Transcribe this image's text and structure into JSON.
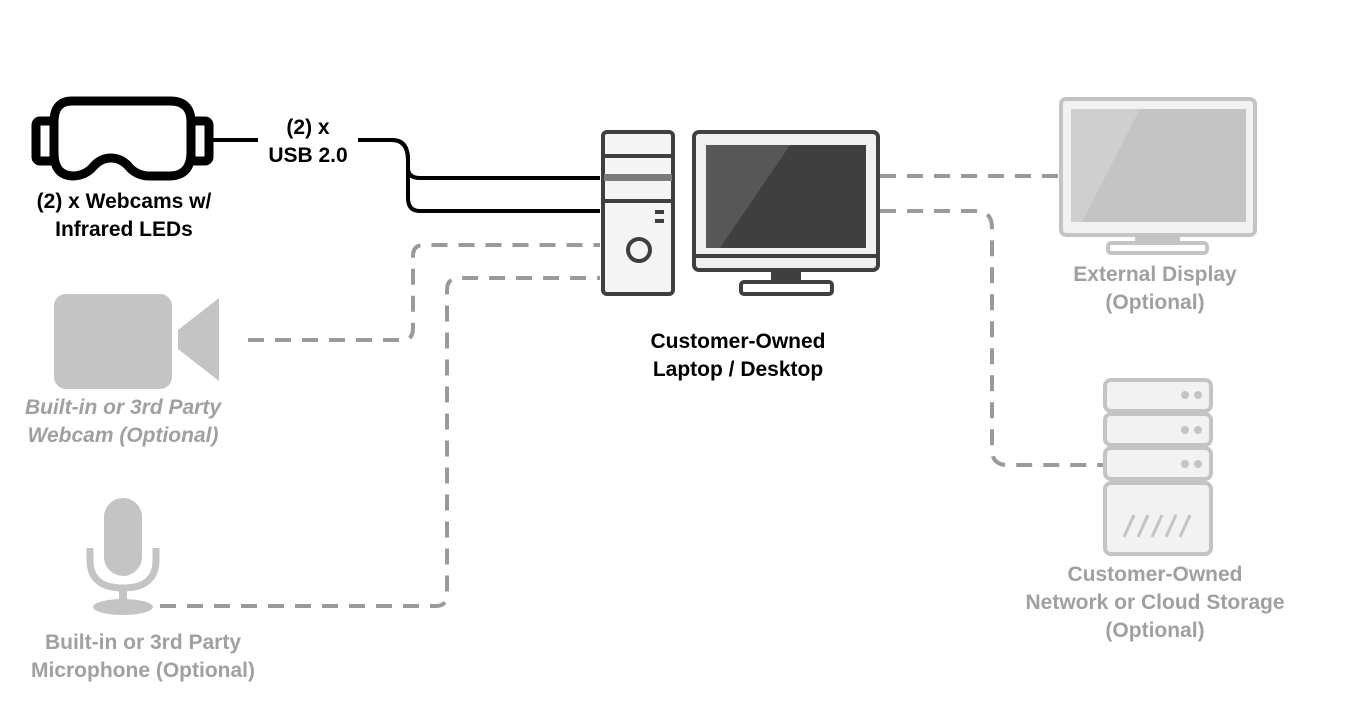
{
  "labels": {
    "usb": [
      "(2) x",
      "USB 2.0"
    ],
    "goggles": [
      "(2) x Webcams w/",
      "Infrared LEDs"
    ],
    "computer": [
      "Customer-Owned",
      "Laptop / Desktop"
    ],
    "external_display": [
      "External Display",
      "(Optional)"
    ],
    "webcam": [
      "Built-in or 3rd Party",
      "Webcam (Optional)"
    ],
    "microphone": [
      "Built-in or 3rd Party",
      "Microphone (Optional)"
    ],
    "storage": [
      "Customer-Owned",
      "Network or Cloud Storage",
      "(Optional)"
    ]
  },
  "colors": {
    "primary": "#000000",
    "optional_grey": "#a0a0a0",
    "icon_grey": "#c4c4c4",
    "dash_grey": "#9a9a9a",
    "screen_dark": "#3f3f3f"
  },
  "icons": {
    "goggles": "vr-goggles-icon",
    "computer": "desktop-computer-icon",
    "display": "monitor-icon",
    "webcam": "video-camera-icon",
    "microphone": "microphone-icon",
    "storage": "server-rack-icon"
  }
}
